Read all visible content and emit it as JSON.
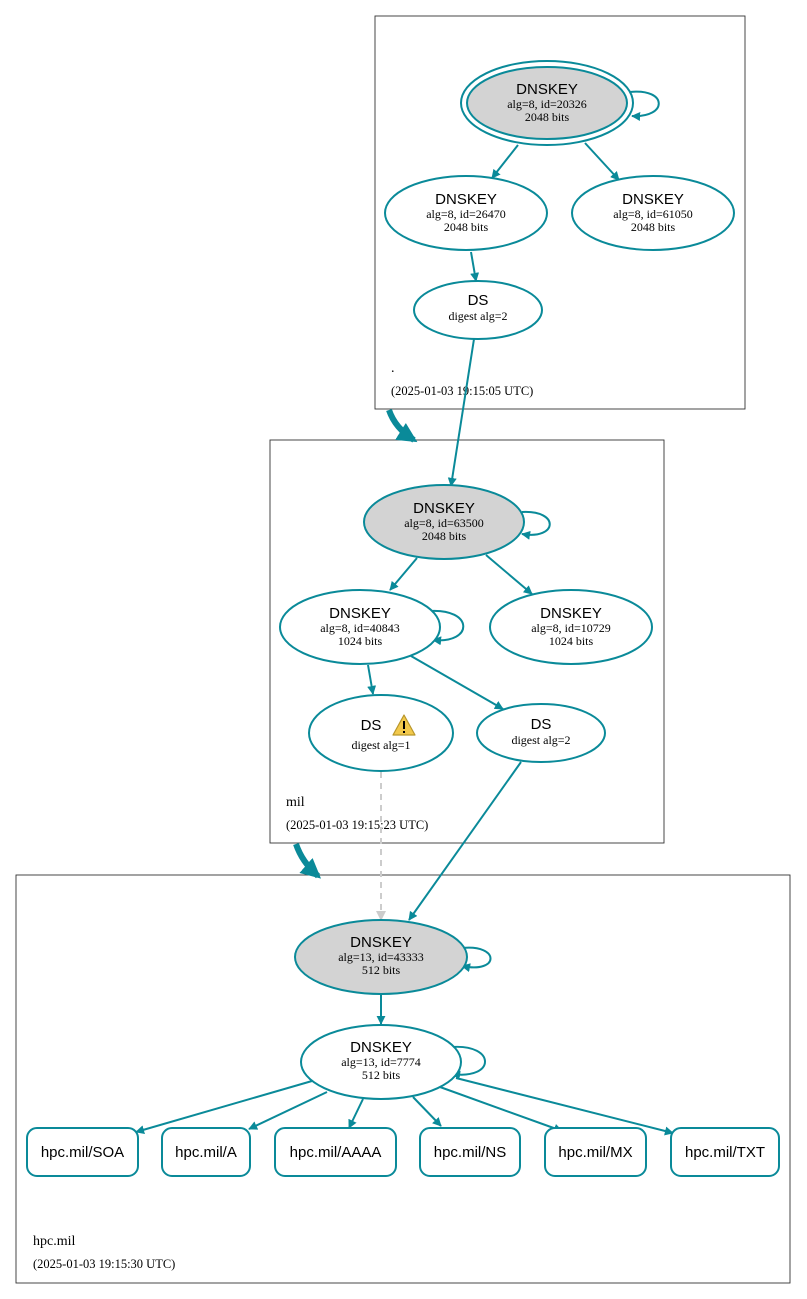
{
  "colors": {
    "edge": "#0a8a99",
    "ksk_fill": "#d3d3d3",
    "insecure_edge": "#cccccc",
    "warning": "#f2c94c"
  },
  "zones": {
    "root": {
      "name": ".",
      "timestamp": "(2025-01-03 19:15:05 UTC)"
    },
    "mil": {
      "name": "mil",
      "timestamp": "(2025-01-03 19:15:23 UTC)"
    },
    "hpc": {
      "name": "hpc.mil",
      "timestamp": "(2025-01-03 19:15:30 UTC)"
    }
  },
  "nodes": {
    "root_ksk": {
      "title": "DNSKEY",
      "line1": "alg=8, id=20326",
      "line2": "2048 bits"
    },
    "root_zsk1": {
      "title": "DNSKEY",
      "line1": "alg=8, id=26470",
      "line2": "2048 bits"
    },
    "root_zsk2": {
      "title": "DNSKEY",
      "line1": "alg=8, id=61050",
      "line2": "2048 bits"
    },
    "root_ds": {
      "title": "DS",
      "line1": "digest alg=2"
    },
    "mil_ksk": {
      "title": "DNSKEY",
      "line1": "alg=8, id=63500",
      "line2": "2048 bits"
    },
    "mil_zsk1": {
      "title": "DNSKEY",
      "line1": "alg=8, id=40843",
      "line2": "1024 bits"
    },
    "mil_zsk2": {
      "title": "DNSKEY",
      "line1": "alg=8, id=10729",
      "line2": "1024 bits"
    },
    "mil_ds1": {
      "title": "DS",
      "line1": "digest alg=1"
    },
    "mil_ds2": {
      "title": "DS",
      "line1": "digest alg=2"
    },
    "hpc_ksk": {
      "title": "DNSKEY",
      "line1": "alg=13, id=43333",
      "line2": "512 bits"
    },
    "hpc_zsk": {
      "title": "DNSKEY",
      "line1": "alg=13, id=7774",
      "line2": "512 bits"
    }
  },
  "records": [
    "hpc.mil/SOA",
    "hpc.mil/A",
    "hpc.mil/AAAA",
    "hpc.mil/NS",
    "hpc.mil/MX",
    "hpc.mil/TXT"
  ],
  "icons": {
    "warning": "warning-icon"
  }
}
